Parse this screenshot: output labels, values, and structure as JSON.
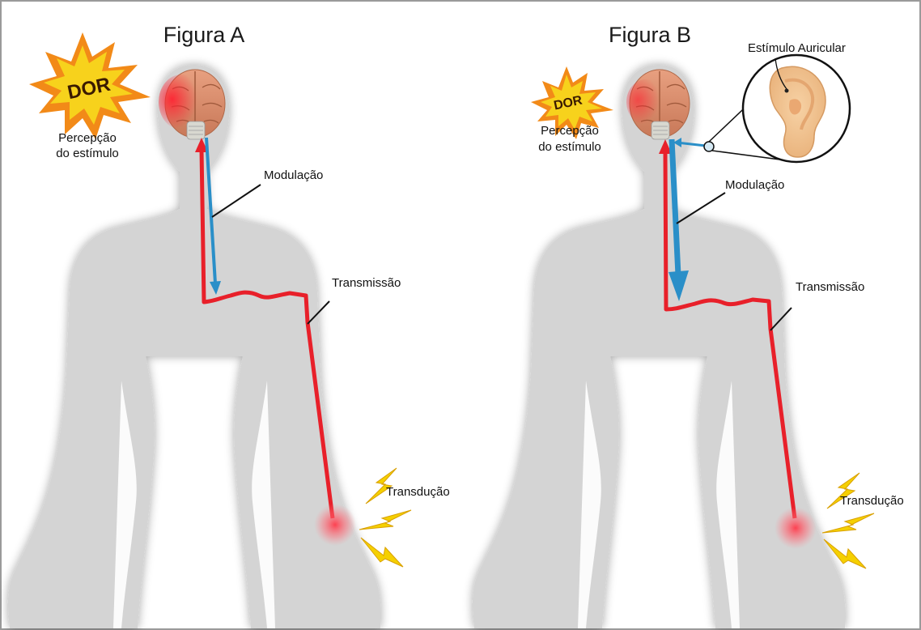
{
  "panels": [
    {
      "title": "Figura A",
      "dor": "DOR",
      "perception_line1": "Percepção",
      "perception_line2": "do estímulo",
      "modulation": "Modulação",
      "transmission": "Transmissão",
      "transduction": "Transdução"
    },
    {
      "title": "Figura B",
      "dor": "DOR",
      "perception_line1": "Percepção",
      "perception_line2": "do estímulo",
      "modulation": "Modulação",
      "transmission": "Transmissão",
      "transduction": "Transdução",
      "auricular": "Estímulo Auricular"
    }
  ],
  "colors": {
    "body_silhouette": "#d4d4d4",
    "ascending_pathway": "#e8202a",
    "descending_pathway": "#2a8fc8",
    "starburst": "#f7d21c",
    "lightning": "#f5d000",
    "ear": "#f2c48f"
  }
}
